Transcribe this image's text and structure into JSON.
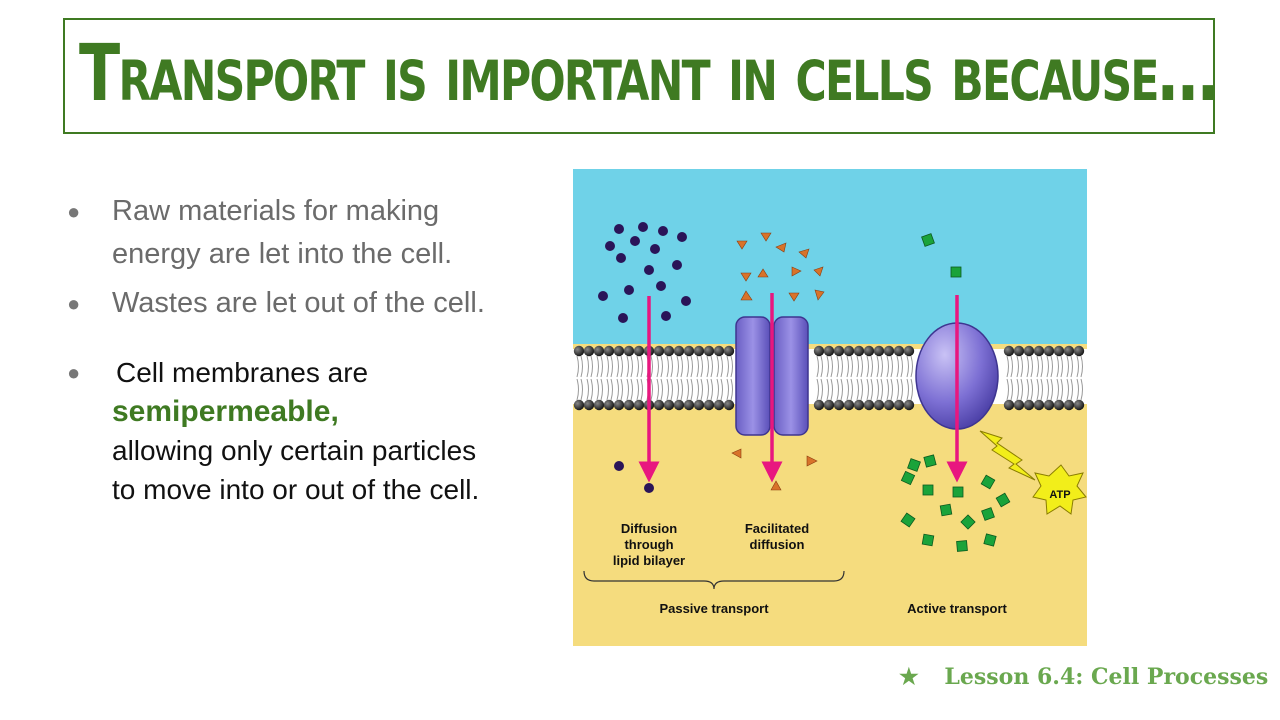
{
  "title": "Transport is important in cells because…",
  "bullets": [
    {
      "text": "Raw materials for making energy are let into the cell."
    },
    {
      "text": "Wastes are let out of the cell."
    },
    {
      "pre": "Cell membranes are",
      "highlight": "semipermeable,",
      "post": "allowing only certain particles to move into or out of the cell."
    }
  ],
  "diagram": {
    "labels": {
      "diffusion": [
        "Diffusion",
        "through",
        "lipid bilayer"
      ],
      "facilitated": [
        "Facilitated",
        "diffusion"
      ],
      "passive": "Passive transport",
      "active": "Active transport",
      "atp": "ATP"
    },
    "colors": {
      "extracellular": "#6fd2e8",
      "cytoplasm": "#f5dc7e",
      "arrow": "#e8177f",
      "protein": "#7b6fd0",
      "molecule_dark": "#2a1458",
      "molecule_orange": "#d8732a",
      "molecule_green": "#1aa33a"
    }
  },
  "footer": {
    "icon": "star-icon",
    "text": "Lesson 6.4:  Cell Processes"
  }
}
